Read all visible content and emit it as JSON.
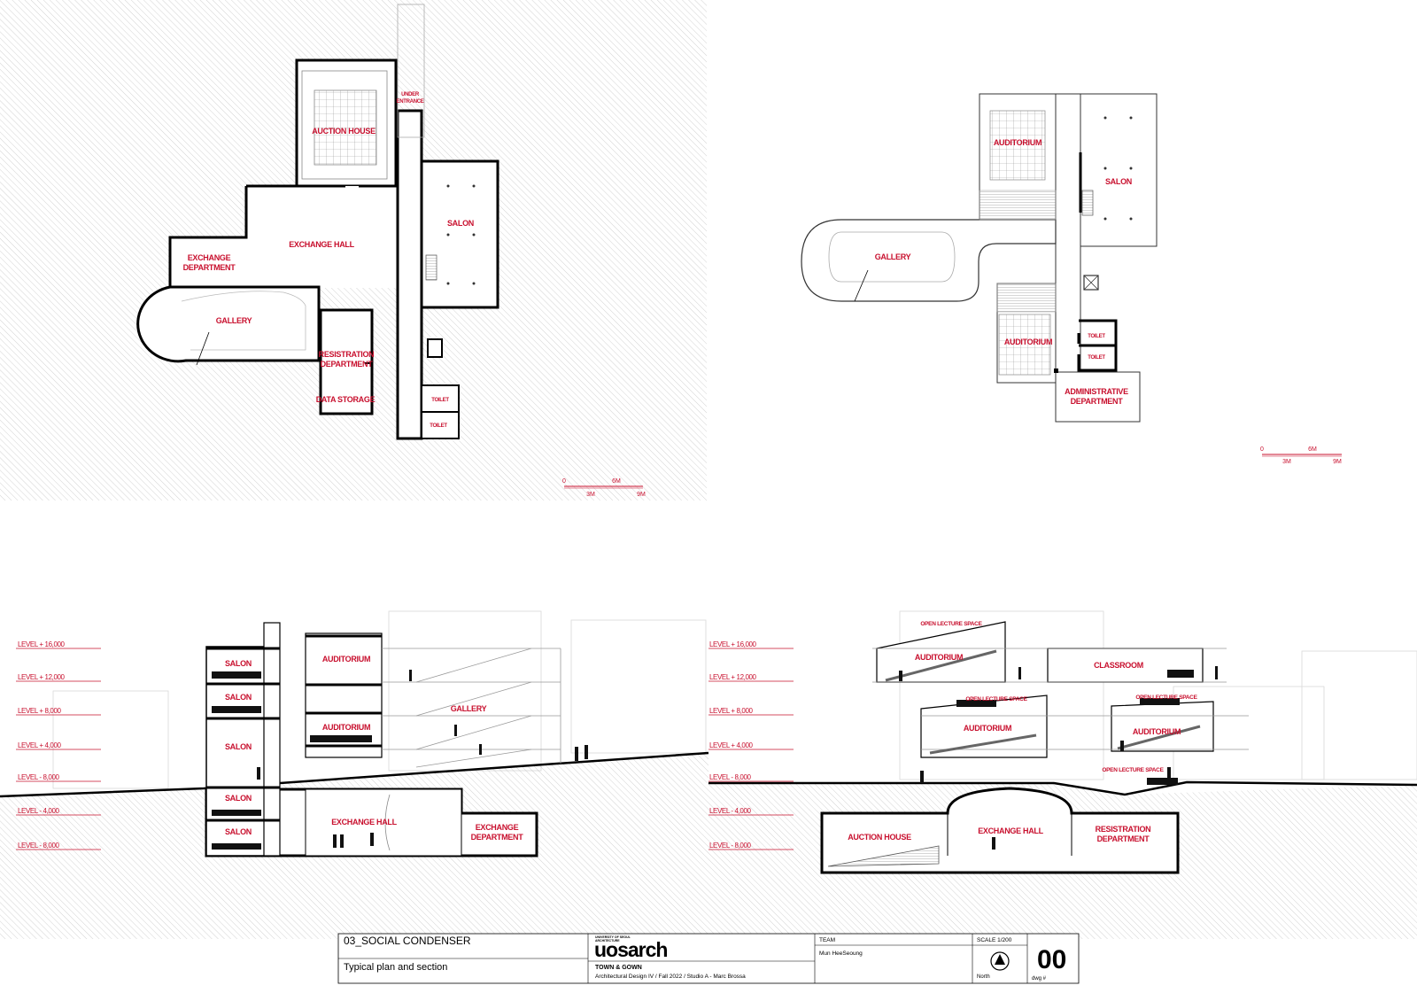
{
  "plan_1": {
    "rooms": {
      "auction_house": "AUCTION HOUSE",
      "under_entrance_1": "UNDER",
      "under_entrance_2": "ENTRANCE",
      "exchange_hall": "EXCHANGE HALL",
      "exchange_department_1": "EXCHANGE",
      "exchange_department_2": "DEPARTMENT",
      "salon": "SALON",
      "gallery": "GALLERY",
      "registration_1": "RESISTRATION",
      "registration_2": "DEPARTMENT",
      "data_storage": "DATA STORAGE",
      "toilet_a": "TOILET",
      "toilet_b": "TOILET"
    },
    "scale": {
      "zero": "0",
      "m3": "3M",
      "m6": "6M",
      "m9": "9M"
    }
  },
  "plan_2": {
    "rooms": {
      "auditorium_top": "AUDITORIUM",
      "salon": "SALON",
      "gallery": "GALLERY",
      "auditorium_bottom": "AUDITORIUM",
      "toilet_a": "TOILET",
      "toilet_b": "TOILET",
      "administrative_1": "ADMINISTRATIVE",
      "administrative_2": "DEPARTMENT"
    },
    "scale": {
      "zero": "0",
      "m3": "3M",
      "m6": "6M",
      "m9": "9M"
    }
  },
  "levels": [
    "LEVEL + 16,000",
    "LEVEL + 12,000",
    "LEVEL + 8,000",
    "LEVEL + 4,000",
    "LEVEL - 8,000",
    "LEVEL - 4,000",
    "LEVEL - 8,000"
  ],
  "section_1": {
    "salon_1": "SALON",
    "salon_2": "SALON",
    "salon_3": "SALON",
    "salon_4": "SALON",
    "salon_5": "SALON",
    "auditorium_1": "AUDITORIUM",
    "auditorium_2": "AUDITORIUM",
    "gallery": "GALLERY",
    "exchange_hall": "EXCHANGE HALL",
    "exchange_department_1": "EXCHANGE",
    "exchange_department_2": "DEPARTMENT"
  },
  "section_2": {
    "open_lecture_1": "OPEN LECTURE SPACE",
    "auditorium_1": "AUDITORIUM",
    "classroom": "CLASSROOM",
    "open_lecture_2": "OPEN LECTURE SPACE",
    "open_lecture_3": "OPEN LECTURE SPACE",
    "auditorium_2": "AUDITORIUM",
    "auditorium_3": "AUDITORIUM",
    "open_lecture_4": "OPEN LECTURE SPACE",
    "auction_house": "AUCTION HOUSE",
    "exchange_hall": "EXCHANGE HALL",
    "registration_1": "RESISTRATION",
    "registration_2": "DEPARTMENT"
  },
  "title_block": {
    "project": "03_SOCIAL CONDENSER",
    "sheet_title": "Typical plan and section",
    "uni_1": "UNIVERSITY OF SEOUL",
    "uni_2": "ARCHITECTURE",
    "logo": "uosarch",
    "studio_title": "TOWN & GOWN",
    "studio_detail": "Architectural Design IV / Fall 2022 /  Studio A - Marc Brossa",
    "team_label": "TEAM",
    "team_member": "Mun HeeSeoung",
    "scale": "SCALE 1/200",
    "north": "North",
    "dwg_no": "00",
    "dwg_label": "dwg #"
  },
  "colors": {
    "label_red": "#c8102e",
    "ink": "#000000",
    "hatch": "#bdbdbd"
  }
}
